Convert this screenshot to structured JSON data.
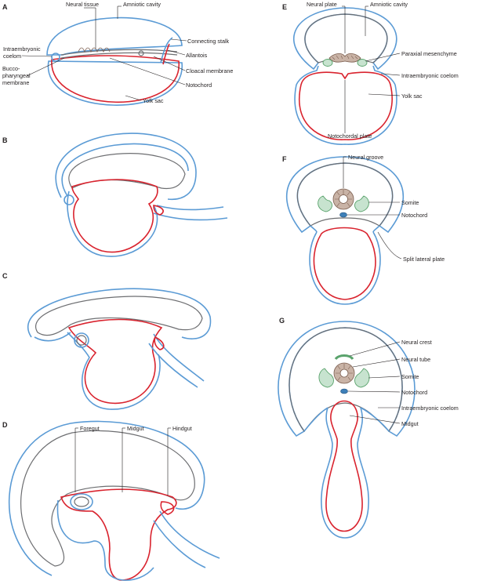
{
  "panels": {
    "A": {
      "letter": "A",
      "labels": {
        "neural_tissue": "Neural tissue",
        "amniotic_cavity": "Amniotic cavity",
        "connecting_stalk": "Connecting stalk",
        "intraembryonic_coelom_1": "Intraembryonic",
        "intraembryonic_coelom_2": "coelom",
        "allantois": "Allantois",
        "buccopharyngeal_1": "Bucco-",
        "buccopharyngeal_2": "pharyngeal",
        "buccopharyngeal_3": "membrane",
        "cloacal_membrane": "Cloacal membrane",
        "notochord": "Notochord",
        "yolk_sac": "Yolk sac"
      }
    },
    "B": {
      "letter": "B"
    },
    "C": {
      "letter": "C"
    },
    "D": {
      "letter": "D",
      "labels": {
        "foregut": "Foregut",
        "midgut": "Midgut",
        "hindgut": "Hindgut"
      }
    },
    "E": {
      "letter": "E",
      "labels": {
        "neural_plate": "Neural plate",
        "amniotic_cavity": "Amniotic cavity",
        "paraxial_mesenchyme": "Paraxial mesenchyme",
        "intraembryonic_coelom": "Intraembryonic coelom",
        "yolk_sac": "Yolk sac",
        "notochordal_plate": "Notochordal plate"
      }
    },
    "F": {
      "letter": "F",
      "labels": {
        "neural_groove": "Neural groove",
        "somite": "Somite",
        "notochord": "Notochord",
        "split_lateral_plate": "Split lateral plate"
      }
    },
    "G": {
      "letter": "G",
      "labels": {
        "neural_crest": "Neural crest",
        "neural_tube": "Neural tube",
        "somite": "Somite",
        "notochord": "Notochord",
        "intraembryonic_coelom": "Intraembryonic coelom",
        "midgut": "Midgut"
      }
    }
  },
  "colors": {
    "ectoderm": "#5b9bd5",
    "endoderm": "#d9232e",
    "mesoderm_outline": "#6d6e71",
    "neural_tissue": "#c9b3a6",
    "somite": "#c7e3cf",
    "notochord": "#3d7fb8"
  }
}
